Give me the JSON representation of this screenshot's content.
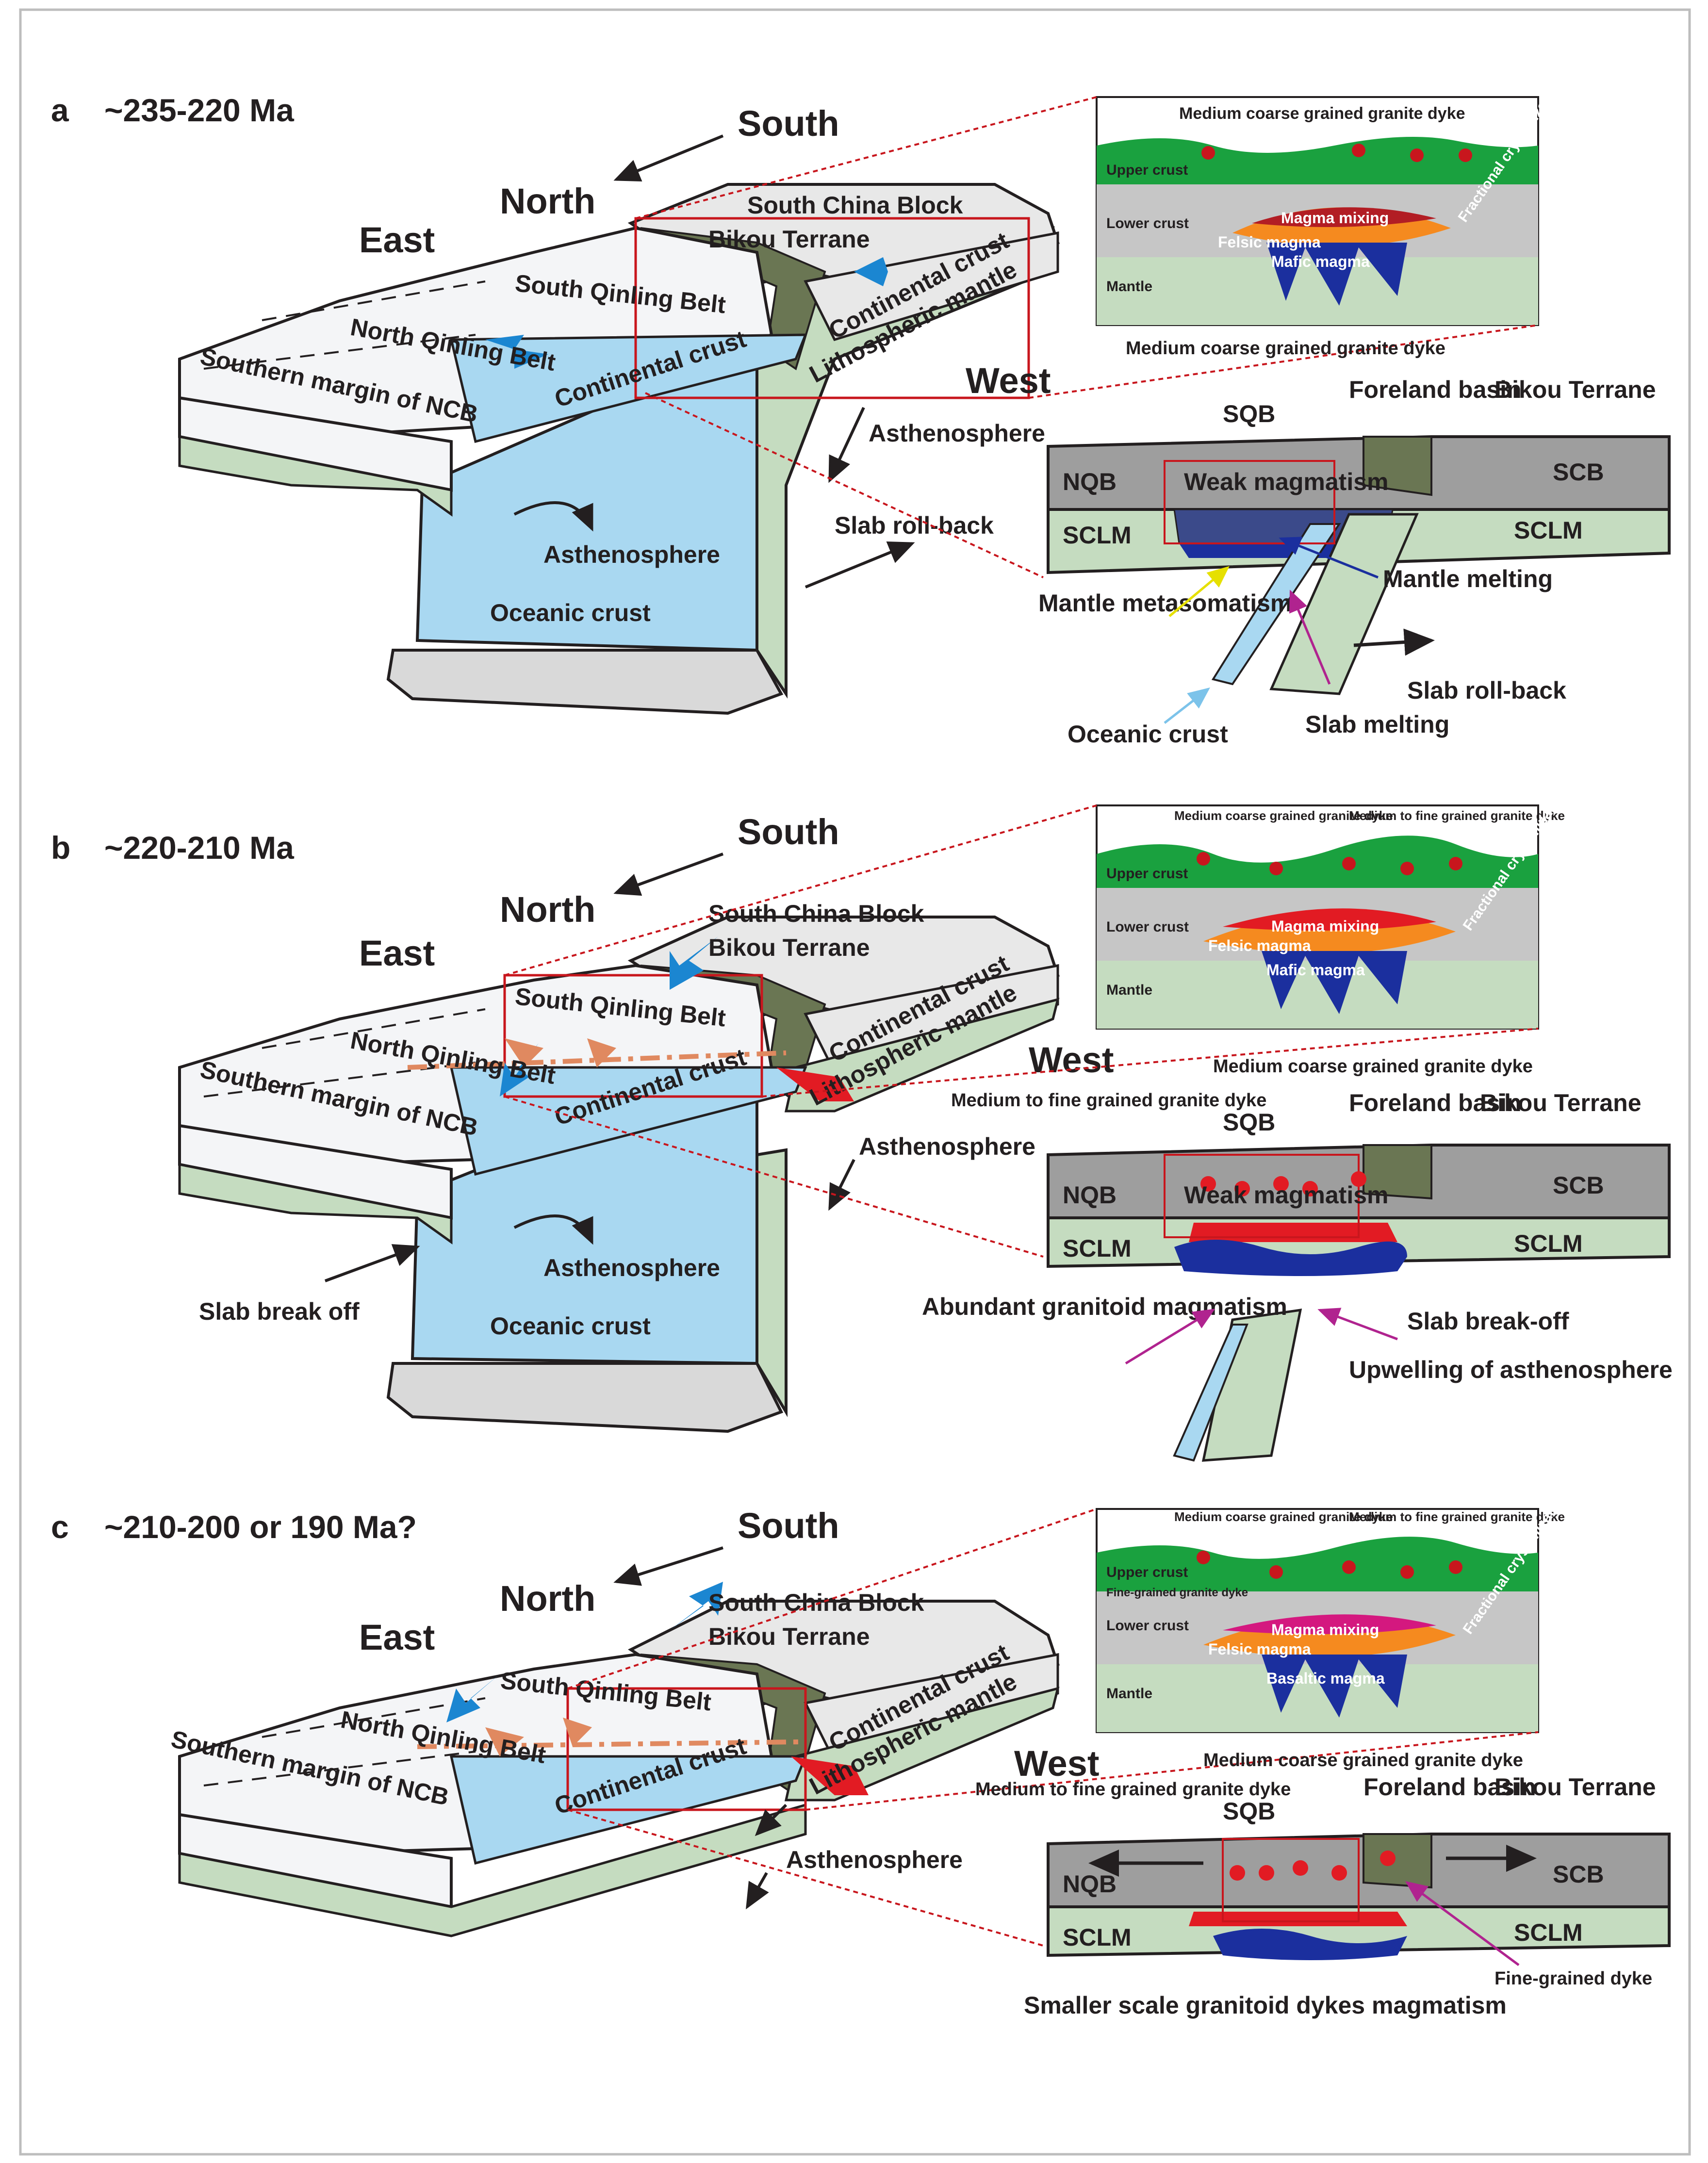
{
  "colors": {
    "ocean_blue": "#a9d8f1",
    "mantle_green": "#c5dcc0",
    "crust_grey": "#bdbdbd",
    "upper_crust_green": "#1aa13f",
    "lower_crust_grey": "#c6c6c6",
    "magma_red": "#e21b23",
    "felsic_orange": "#f58a1f",
    "mafic_blue": "#1b2f9e",
    "foreland_olive": "#6a7653",
    "arrow_blue": "#1b86d1",
    "arrow_magenta": "#b0238f",
    "arrow_salmon": "#e08960",
    "frame_red": "#c8161d"
  },
  "panels": [
    {
      "letter": "a",
      "age": "~235-220 Ma",
      "block": {
        "south": "South",
        "north": "North",
        "east": "East",
        "west": "West",
        "south_china_block": "South China Block",
        "bikou_terrane": "Bikou Terrane",
        "south_qinling_belt": "South Qinling Belt",
        "north_qinling_belt": "North Qinling Belt",
        "southern_margin": "Southern margin of NCB",
        "continental_crust_1": "Continental crust",
        "continental_crust_2": "Continental crust",
        "lithospheric_mantle": "Lithospheric mantle",
        "asthenosphere_1": "Asthenosphere",
        "asthenosphere_2": "Asthenosphere",
        "oceanic_crust": "Oceanic crust",
        "process": "Slab roll-back"
      },
      "inset": {
        "title": "Medium coarse grained granite dyke",
        "title2": "",
        "upper_crust": "Upper crust",
        "lower_crust": "Lower crust",
        "mantle": "Mantle",
        "magma_mixing": "Magma mixing",
        "felsic_magma": "Felsic magma",
        "mafic_magma": "Mafic magma",
        "fractional": "Fractional crystallization",
        "fine_dyke": ""
      },
      "section": {
        "dyke_top": "Medium coarse grained granite dyke",
        "dyke_top2": "",
        "sqb": "SQB",
        "foreland": "Foreland basin",
        "bikou": "Bikou Terrane",
        "nqb": "NQB",
        "scb": "SCB",
        "sclm_left": "SCLM",
        "sclm_right": "SCLM",
        "weak": "Weak magmatism",
        "labels": [
          "Mantle melting",
          "Mantle metasomatism",
          "Slab roll-back",
          "Oceanic crust",
          "Slab melting"
        ]
      }
    },
    {
      "letter": "b",
      "age": "~220-210 Ma",
      "block": {
        "south": "South",
        "north": "North",
        "east": "East",
        "west": "West",
        "south_china_block": "South China Block",
        "bikou_terrane": "Bikou Terrane",
        "south_qinling_belt": "South Qinling Belt",
        "north_qinling_belt": "North Qinling Belt",
        "southern_margin": "Southern margin of NCB",
        "continental_crust_1": "Continental crust",
        "continental_crust_2": "Continental crust",
        "lithospheric_mantle": "Lithospheric mantle",
        "asthenosphere_1": "Asthenosphere",
        "asthenosphere_2": "Asthenosphere",
        "oceanic_crust": "Oceanic crust",
        "process": "Slab break off"
      },
      "inset": {
        "title": "Medium coarse grained granite dyke",
        "title2": "Medium to fine grained granite dyke",
        "upper_crust": "Upper crust",
        "lower_crust": "Lower crust",
        "mantle": "Mantle",
        "magma_mixing": "Magma mixing",
        "felsic_magma": "Felsic magma",
        "mafic_magma": "Mafic magma",
        "fractional": "Fractional crystallization",
        "fine_dyke": ""
      },
      "section": {
        "dyke_top": "Medium coarse grained granite dyke",
        "dyke_top2": "Medium to fine grained granite dyke",
        "sqb": "SQB",
        "foreland": "Foreland basin",
        "bikou": "Bikou Terrane",
        "nqb": "NQB",
        "scb": "SCB",
        "sclm_left": "SCLM",
        "sclm_right": "SCLM",
        "weak": "Weak magmatism",
        "labels": [
          "Abundant granitoid magmatism",
          "Slab break-off",
          "Upwelling of asthenosphere"
        ]
      }
    },
    {
      "letter": "c",
      "age": "~210-200 or 190 Ma?",
      "block": {
        "south": "South",
        "north": "North",
        "east": "East",
        "west": "West",
        "south_china_block": "South China Block",
        "bikou_terrane": "Bikou Terrane",
        "south_qinling_belt": "South Qinling Belt",
        "north_qinling_belt": "North Qinling Belt",
        "southern_margin": "Southern margin of NCB",
        "continental_crust_1": "Continental crust",
        "continental_crust_2": "Continental crust",
        "lithospheric_mantle": "Lithospheric mantle",
        "asthenosphere_1": "Asthenosphere",
        "asthenosphere_2": "",
        "oceanic_crust": "",
        "process": ""
      },
      "inset": {
        "title": "Medium coarse grained granite dyke",
        "title2": "Medium to fine grained granite dyke",
        "upper_crust": "Upper crust",
        "lower_crust": "Lower crust",
        "mantle": "Mantle",
        "magma_mixing": "Magma mixing",
        "felsic_magma": "Felsic magma",
        "mafic_magma": "Basaltic magma",
        "fractional": "Fractional crystallization",
        "fine_dyke": "Fine-grained granite dyke"
      },
      "section": {
        "dyke_top": "Medium coarse grained granite dyke",
        "dyke_top2": "Medium to fine grained granite dyke",
        "sqb": "SQB",
        "foreland": "Foreland basin",
        "bikou": "Bikou Terrane",
        "nqb": "NQB",
        "scb": "SCB",
        "sclm_left": "SCLM",
        "sclm_right": "SCLM",
        "weak": "",
        "labels": [
          "Fine-grained dyke",
          "Smaller scale granitoid dykes magmatism"
        ]
      }
    }
  ]
}
